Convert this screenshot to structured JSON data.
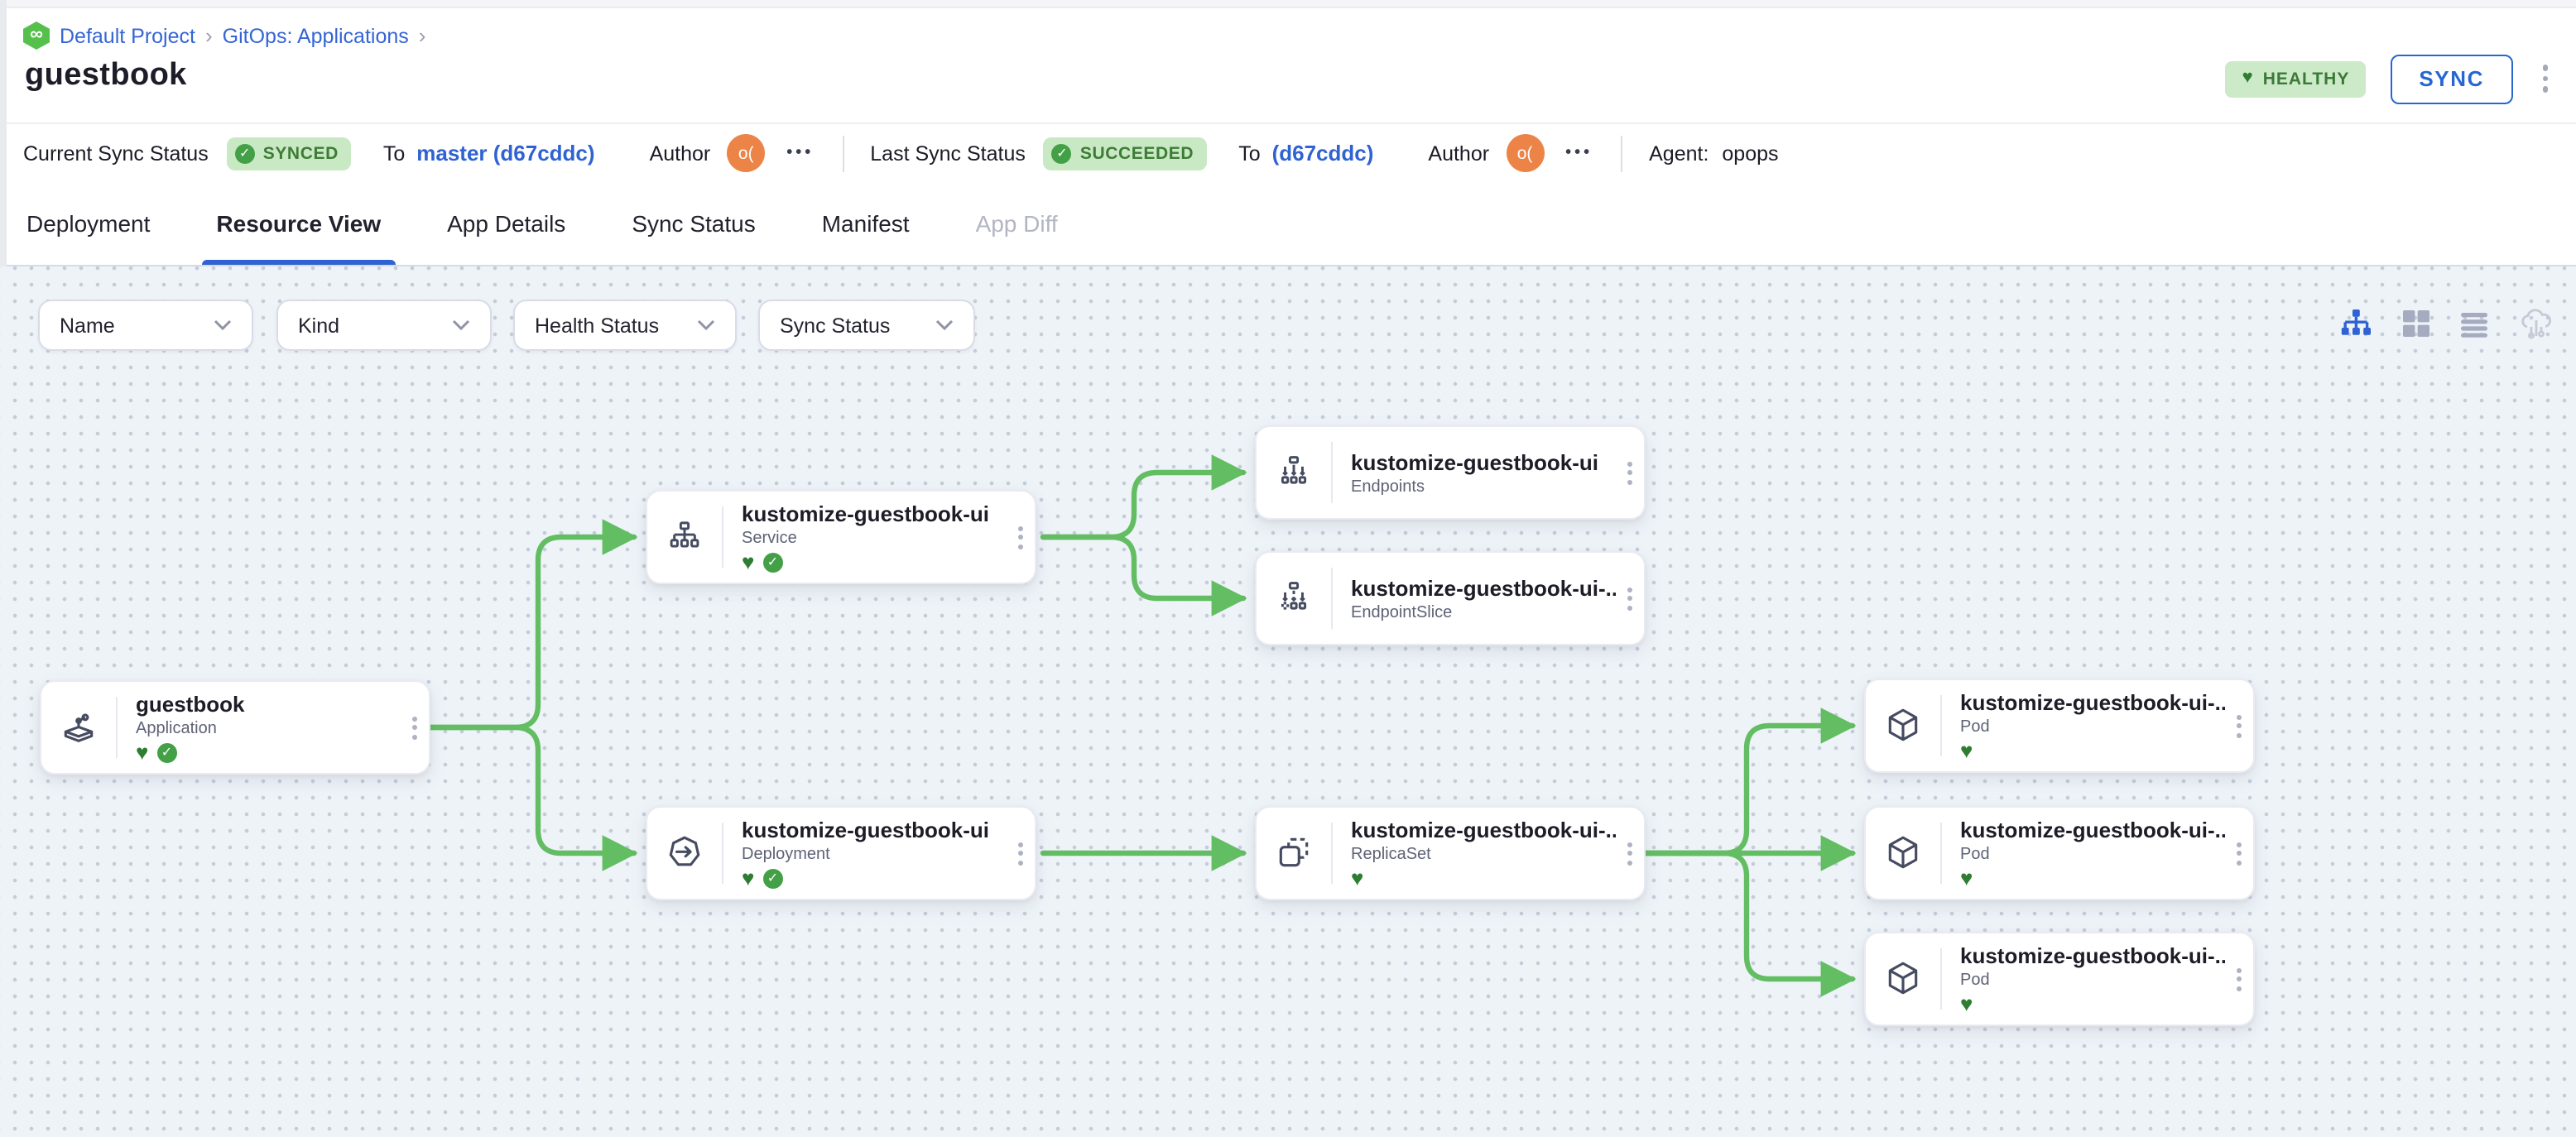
{
  "icons": {
    "infinity": "∞",
    "breadcrumb_chevron": "›",
    "more_ellipsis": "•••",
    "heart": "♥",
    "check": "✓"
  },
  "breadcrumb": {
    "project": "Default Project",
    "section": "GitOps: Applications"
  },
  "title": "guestbook",
  "header_actions": {
    "health_badge": "HEALTHY",
    "sync_button": "SYNC"
  },
  "status_bar": {
    "current_sync": {
      "label": "Current Sync Status",
      "badge": "SYNCED",
      "to": "To",
      "ref": "master (d67cddc)",
      "author": "Author",
      "avatar": "o("
    },
    "last_sync": {
      "label": "Last Sync Status",
      "badge": "SUCCEEDED",
      "to": "To",
      "ref": "(d67cddc)",
      "author": "Author",
      "avatar": "o("
    },
    "agent": {
      "label": "Agent:",
      "value": "opops"
    }
  },
  "tabs": [
    {
      "label": "Deployment"
    },
    {
      "label": "Resource View"
    },
    {
      "label": "App Details"
    },
    {
      "label": "Sync Status"
    },
    {
      "label": "Manifest"
    },
    {
      "label": "App Diff"
    }
  ],
  "filters": {
    "name": "Name",
    "kind": "Kind",
    "health": "Health Status",
    "sync": "Sync Status"
  },
  "graph": {
    "nodes": [
      {
        "title": "guestbook",
        "kind": "Application",
        "healthy": true,
        "synced": true
      },
      {
        "title": "kustomize-guestbook-ui",
        "kind": "Service",
        "healthy": true,
        "synced": true
      },
      {
        "title": "kustomize-guestbook-ui",
        "kind": "Endpoints",
        "healthy": false,
        "synced": false
      },
      {
        "title": "kustomize-guestbook-ui-...",
        "kind": "EndpointSlice",
        "healthy": false,
        "synced": false
      },
      {
        "title": "kustomize-guestbook-ui",
        "kind": "Deployment",
        "healthy": true,
        "synced": true
      },
      {
        "title": "kustomize-guestbook-ui-...",
        "kind": "ReplicaSet",
        "healthy": true,
        "synced": false
      },
      {
        "title": "kustomize-guestbook-ui-...",
        "kind": "Pod",
        "healthy": true,
        "synced": false
      },
      {
        "title": "kustomize-guestbook-ui-...",
        "kind": "Pod",
        "healthy": true,
        "synced": false
      },
      {
        "title": "kustomize-guestbook-ui-...",
        "kind": "Pod",
        "healthy": true,
        "synced": false
      }
    ]
  },
  "colors": {
    "accent_blue": "#2F62D2",
    "connector_green": "#63BD63",
    "healthy_bg": "#CDEAC8",
    "healthy_text": "#3A7A38",
    "heart_green": "#2E7D32",
    "check_green": "#43A047",
    "avatar_orange": "#EC8447"
  }
}
